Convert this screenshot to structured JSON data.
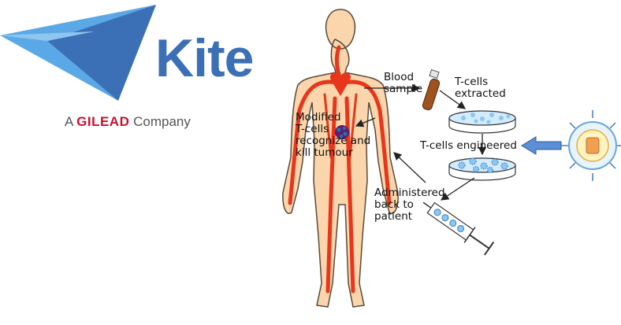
{
  "logo": {
    "wordmark": "Kite",
    "tagline_prefix": "A",
    "tagline_brand": "GILEAD",
    "tagline_suffix": "Company",
    "colors": {
      "brand_blue": "#3b6fb6",
      "light_blue": "#5aa9e6",
      "gilead_red": "#c8102e"
    }
  },
  "diagram": {
    "labels": {
      "blood_sample": "Blood\nsample",
      "t_cells_extracted": "T-cells\nextracted",
      "t_cells_engineered": "T-cells engineered",
      "modified_t_cells": "Modified\nT-cells\nrecognize and\nkill tumour",
      "administered": "Administered\nback to\npatient"
    },
    "colors": {
      "body_fill": "#fbd5ab",
      "body_outline": "#5a4a3a",
      "vessels": "#e8361c",
      "dish_fill": "#d3ebff",
      "cell_blue": "#8cc7f2",
      "arrow_blue": "#5b8fd6"
    }
  }
}
